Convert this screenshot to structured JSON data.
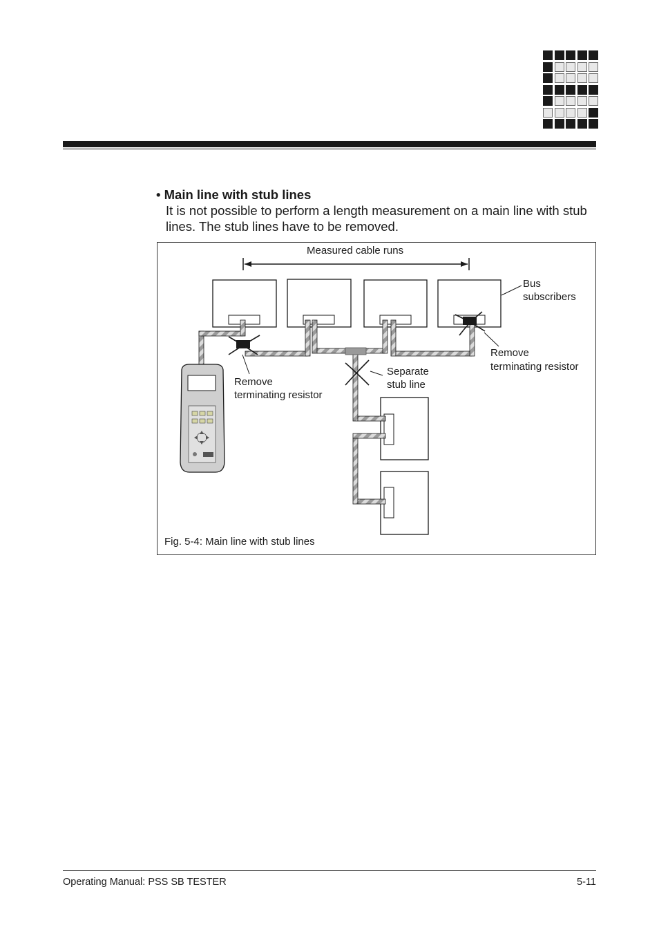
{
  "logo": {
    "name": "chapter-grid-logo",
    "pattern": [
      "ddddd",
      "dllll",
      "dllll",
      "ddddd",
      "dllll",
      "lllld",
      "ddddd"
    ]
  },
  "section": {
    "heading": "• Main line with stub lines",
    "body": "It is not possible to perform a length measurement on a main line with stub lines. The stub lines have to be removed."
  },
  "figure": {
    "measured_label": "Measured cable runs",
    "bus_label_1": "Bus",
    "bus_label_2": "subscribers",
    "remove_left_1": "Remove",
    "remove_left_2": "terminating resistor",
    "remove_right_1": "Remove",
    "remove_right_2": "terminating resistor",
    "separate_1": "Separate",
    "separate_2": "stub line",
    "caption": "Fig. 5-4: Main line with stub lines"
  },
  "colors": {
    "ink": "#1a1a1a",
    "cable": "#9a9a9a",
    "cable_light": "#dcdcdc"
  },
  "footer": {
    "left": "Operating Manual: PSS SB TESTER",
    "right": "5-11"
  }
}
